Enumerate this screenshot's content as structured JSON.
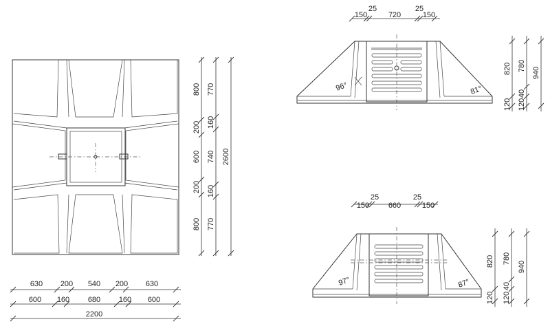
{
  "plan_view": {
    "horizontal_dims": {
      "row1": [
        "630",
        "200",
        "540",
        "200",
        "630"
      ],
      "row2": [
        "600",
        "160",
        "680",
        "160",
        "600"
      ],
      "total": "2200"
    },
    "vertical_dims": {
      "col1": [
        "800",
        "200",
        "600",
        "200",
        "800"
      ],
      "col2": [
        "770",
        "160",
        "740",
        "160",
        "770"
      ],
      "total": "2600"
    }
  },
  "section_top": {
    "top_dims": [
      "150",
      "25",
      "720",
      "25",
      "150"
    ],
    "right_dims_inner": [
      "820",
      "120"
    ],
    "right_dims_mid": [
      "780",
      "40",
      "120"
    ],
    "right_dims_outer": [
      "940"
    ],
    "angle_left": "96°",
    "angle_right": "81°"
  },
  "section_bottom": {
    "top_dims": [
      "150",
      "25",
      "660",
      "25",
      "150"
    ],
    "right_dims_inner": [
      "820",
      "120"
    ],
    "right_dims_mid": [
      "780",
      "40",
      "120"
    ],
    "right_dims_outer": [
      "940"
    ],
    "angle_left": "97°",
    "angle_right": "87°"
  }
}
